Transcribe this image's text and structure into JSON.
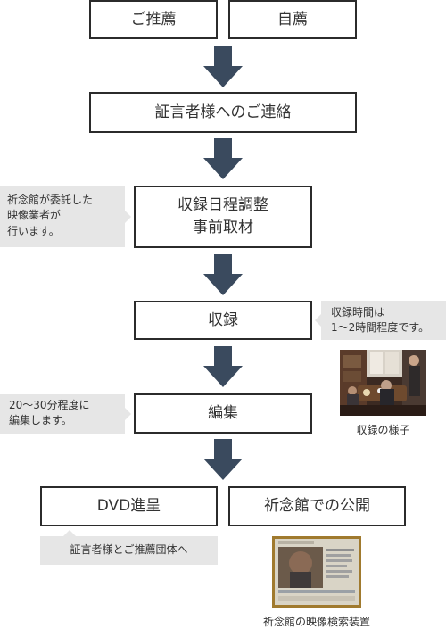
{
  "flow": {
    "recommend": "ご推薦",
    "self_recommend": "自薦",
    "contact": "証言者様へのご連絡",
    "schedule_line1": "収録日程調整",
    "schedule_line2": "事前取材",
    "recording": "収録",
    "editing": "編集",
    "dvd": "DVD進呈",
    "publish": "祈念館での公開"
  },
  "notes": {
    "contractor": [
      "祈念館が委託した",
      "映像業者が",
      "行います。"
    ],
    "recording_time": [
      "収録時間は",
      "1〜2時間程度です。"
    ],
    "editing_time": [
      "20〜30分程度に",
      "編集します。"
    ],
    "dvd_recipient": "証言者様とご推薦団体へ"
  },
  "captions": {
    "recording_photo": "収録の様子",
    "search_device": "祈念館の映像検索装置"
  },
  "colors": {
    "arrow": "#3a4a5e",
    "box_border": "#2b2b2b",
    "note_bg": "#e6e6e6"
  }
}
